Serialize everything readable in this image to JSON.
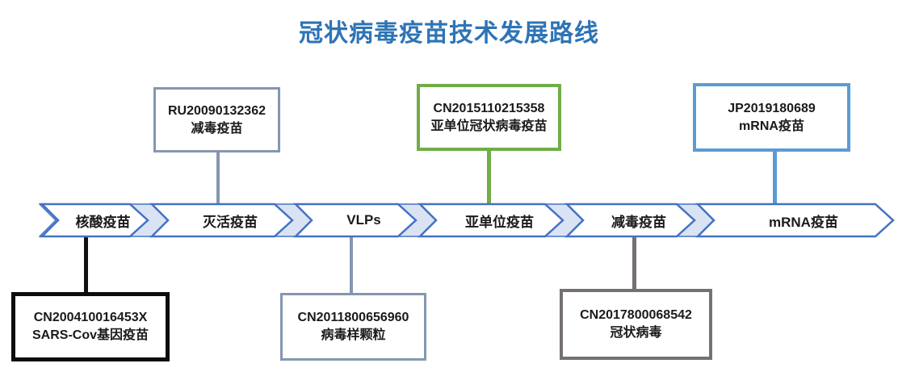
{
  "title": "冠状病毒疫苗技术发展路线",
  "colors": {
    "title_blue": "#2e74b5",
    "chevron_outline": "#4472c4",
    "band_fill": "#dae3f3",
    "slate": "#8497b0",
    "green": "#70ad47",
    "light_blue": "#5b9bd5",
    "gray": "#767171",
    "black": "#0d0d0d"
  },
  "timeline": {
    "stages": [
      {
        "label": "核酸疫苗"
      },
      {
        "label": "灭活疫苗"
      },
      {
        "label": "VLPs"
      },
      {
        "label": "亚单位疫苗"
      },
      {
        "label": "减毒疫苗"
      },
      {
        "label": "mRNA疫苗"
      }
    ]
  },
  "boxes": {
    "sars": {
      "patent_no": "CN200410016453X",
      "label": "SARS-Cov基因疫苗",
      "stage": "核酸疫苗",
      "position": "below",
      "border_color": "#0d0d0d"
    },
    "ru": {
      "patent_no": "RU20090132362",
      "label": "减毒疫苗",
      "stage": "灭活疫苗",
      "position": "above",
      "border_color": "#8497b0"
    },
    "vlp": {
      "patent_no": "CN2011800656960",
      "label": "病毒样颗粒",
      "stage": "VLPs",
      "position": "below",
      "border_color": "#8497b0"
    },
    "sub": {
      "patent_no": "CN2015110215358",
      "label": "亚单位冠状病毒疫苗",
      "stage": "亚单位疫苗",
      "position": "above",
      "border_color": "#70ad47"
    },
    "cor": {
      "patent_no": "CN2017800068542",
      "label": "冠状病毒",
      "stage": "减毒疫苗",
      "position": "below",
      "border_color": "#767171"
    },
    "mrna": {
      "patent_no": "JP2019180689",
      "label": "mRNA疫苗",
      "stage": "mRNA疫苗",
      "position": "above",
      "border_color": "#5b9bd5"
    }
  }
}
